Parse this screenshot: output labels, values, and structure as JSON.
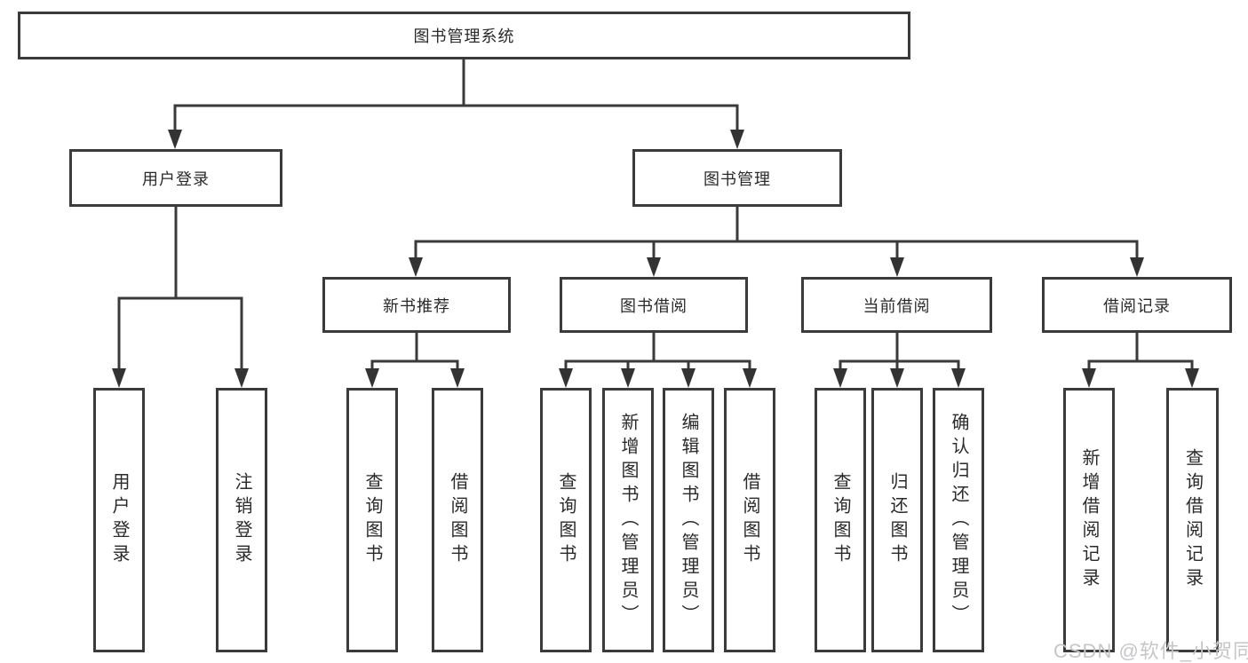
{
  "diagram": {
    "title": "图书管理系统",
    "level2": [
      {
        "label": "用户登录",
        "children": [
          {
            "label": "用户登录"
          },
          {
            "label": "注销登录"
          }
        ]
      },
      {
        "label": "图书管理",
        "children": [
          {
            "label": "新书推荐",
            "children": [
              {
                "label": "查询图书"
              },
              {
                "label": "借阅图书"
              }
            ]
          },
          {
            "label": "图书借阅",
            "children": [
              {
                "label": "查询图书"
              },
              {
                "label": "新增图书（管理员）"
              },
              {
                "label": "编辑图书（管理员）"
              },
              {
                "label": "借阅图书"
              }
            ]
          },
          {
            "label": "当前借阅",
            "children": [
              {
                "label": "查询图书"
              },
              {
                "label": "归还图书"
              },
              {
                "label": "确认归还（管理员）"
              }
            ]
          },
          {
            "label": "借阅记录",
            "children": [
              {
                "label": "新增借阅记录"
              },
              {
                "label": "查询借阅记录"
              }
            ]
          }
        ]
      }
    ],
    "colors": {
      "line": "#3a3a3a",
      "box_border": "#3b3b3b",
      "text": "#2a2a2a",
      "watermark": "#c6c6c9",
      "background": "#ffffff"
    }
  },
  "watermark": {
    "text": "CSDN @软件_小贺同学"
  }
}
